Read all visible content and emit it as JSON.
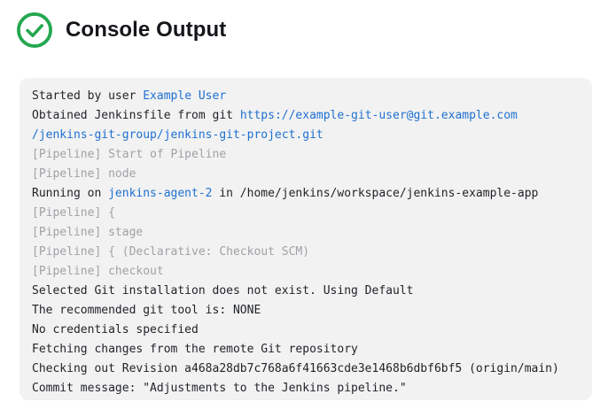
{
  "header": {
    "title": "Console Output",
    "status": "success"
  },
  "colors": {
    "success_green": "#23A750",
    "link_blue": "#1E70D1",
    "muted_gray": "#9FA2A6",
    "text_dark": "#1F2227",
    "title_dark": "#14161A",
    "panel_bg": "#F2F2F2"
  },
  "console": {
    "lines": [
      {
        "segments": [
          {
            "text": "Started by user ",
            "style": "plain"
          },
          {
            "text": "Example User",
            "style": "link"
          }
        ]
      },
      {
        "segments": [
          {
            "text": "Obtained Jenkinsfile from git ",
            "style": "plain"
          },
          {
            "text": "https://example-git-user@git.example.com",
            "style": "link"
          }
        ]
      },
      {
        "segments": [
          {
            "text": "/jenkins-git-group/jenkins-git-project.git",
            "style": "link"
          }
        ]
      },
      {
        "segments": [
          {
            "text": "[Pipeline] Start of Pipeline",
            "style": "muted"
          }
        ]
      },
      {
        "segments": [
          {
            "text": "[Pipeline] node",
            "style": "muted"
          }
        ]
      },
      {
        "segments": [
          {
            "text": "Running on ",
            "style": "plain"
          },
          {
            "text": "jenkins-agent-2",
            "style": "link"
          },
          {
            "text": " in /home/jenkins/workspace/jenkins-example-app",
            "style": "plain"
          }
        ]
      },
      {
        "segments": [
          {
            "text": "[Pipeline] {",
            "style": "muted"
          }
        ]
      },
      {
        "segments": [
          {
            "text": "[Pipeline] stage",
            "style": "muted"
          }
        ]
      },
      {
        "segments": [
          {
            "text": "[Pipeline] { (Declarative: Checkout SCM)",
            "style": "muted"
          }
        ]
      },
      {
        "segments": [
          {
            "text": "[Pipeline] checkout",
            "style": "muted"
          }
        ]
      },
      {
        "segments": [
          {
            "text": "Selected Git installation does not exist. Using Default",
            "style": "plain"
          }
        ]
      },
      {
        "segments": [
          {
            "text": "The recommended git tool is: NONE",
            "style": "plain"
          }
        ]
      },
      {
        "segments": [
          {
            "text": "No credentials specified",
            "style": "plain"
          }
        ]
      },
      {
        "segments": [
          {
            "text": "Fetching changes from the remote Git repository",
            "style": "plain"
          }
        ]
      },
      {
        "segments": [
          {
            "text": "Checking out Revision a468a28db7c768a6f41663cde3e1468b6dbf6bf5 (origin/main)",
            "style": "plain"
          }
        ]
      },
      {
        "segments": [
          {
            "text": "Commit message: \"Adjustments to the Jenkins pipeline.\"",
            "style": "plain"
          }
        ]
      }
    ]
  }
}
